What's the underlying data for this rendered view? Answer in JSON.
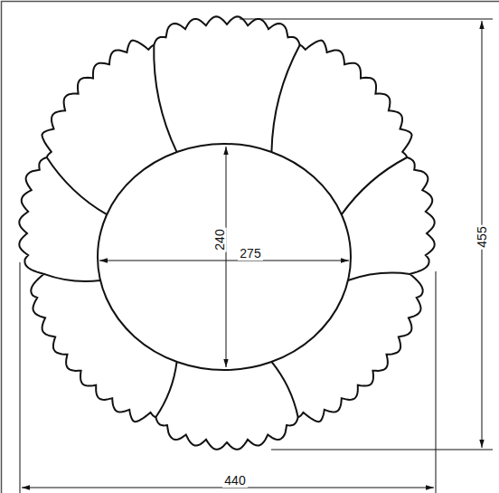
{
  "diagram": {
    "labels": [
      "240",
      "275",
      "455",
      "440"
    ]
  }
}
